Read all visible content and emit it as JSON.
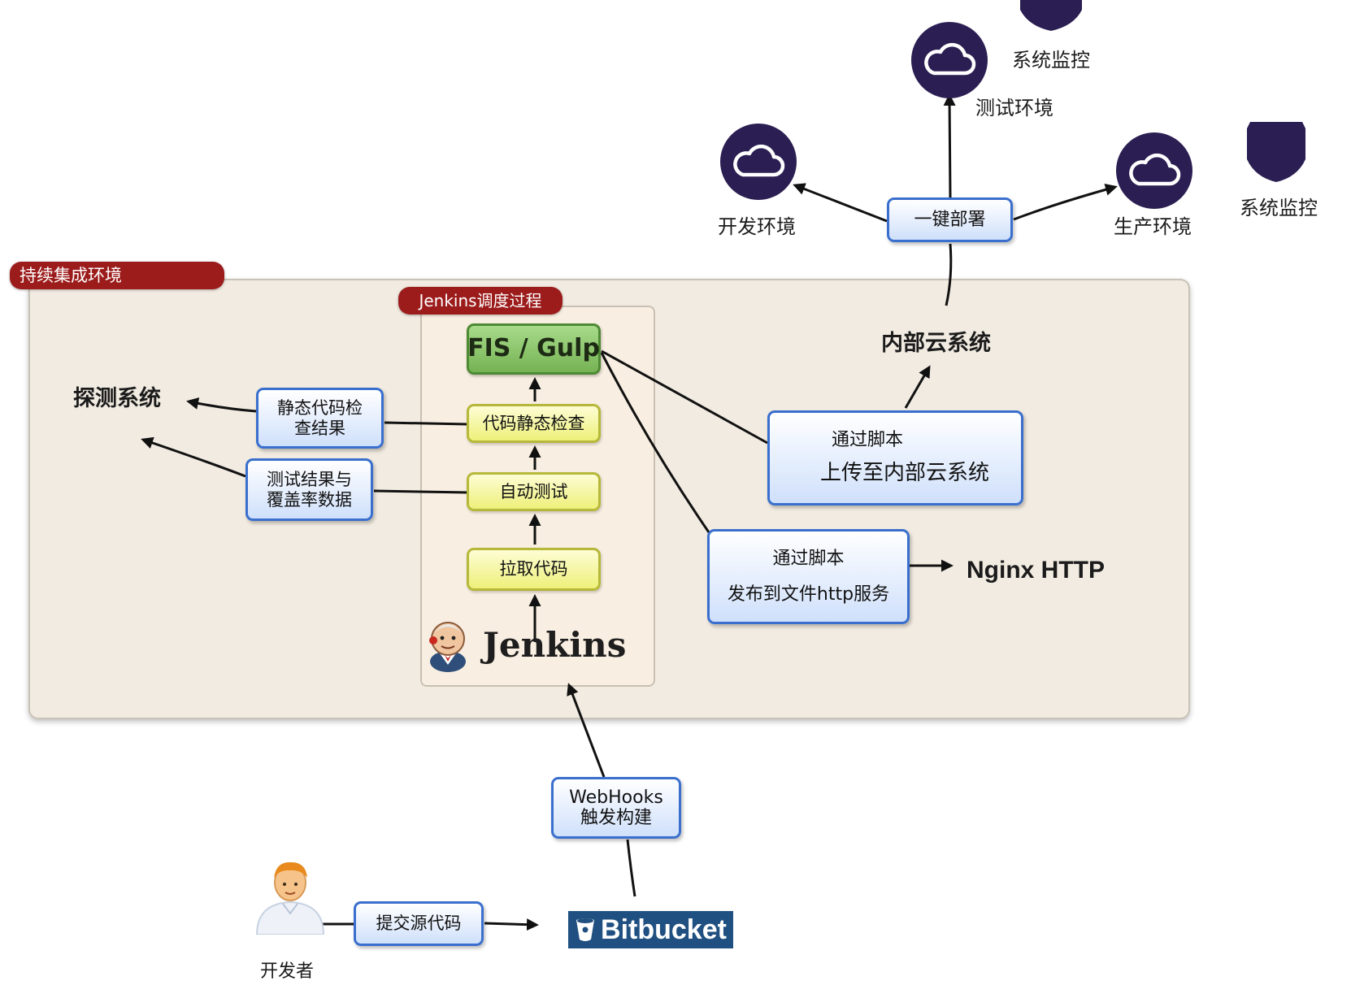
{
  "diagram": {
    "ci_environment_label": "持续集成环境",
    "jenkins_process_label": "Jenkins调度过程",
    "pipeline": {
      "fis_gulp": "FIS / Gulp",
      "static_check": "代码静态检查",
      "auto_test": "自动测试",
      "pull_code": "拉取代码"
    },
    "jenkins_logo_text": "Jenkins",
    "detect_system": "探测系统",
    "static_check_result": [
      "静态代码检",
      "查结果"
    ],
    "test_result_coverage": [
      "测试结果与",
      "覆盖率数据"
    ],
    "upload_script": {
      "line1": "通过脚本",
      "line2": "上传至内部云系统"
    },
    "publish_script": {
      "line1": "通过脚本",
      "line2": "发布到文件http服务"
    },
    "nginx": "Nginx HTTP",
    "internal_cloud": "内部云系统",
    "one_click_deploy": "一键部署",
    "environments": {
      "dev": "开发环境",
      "test": "测试环境",
      "prod": "生产环境"
    },
    "monitoring": {
      "top": "系统监控",
      "right": "系统监控"
    },
    "webhooks": [
      "WebHooks",
      "触发构建"
    ],
    "commit_code": "提交源代码",
    "developer": "开发者",
    "bitbucket": "Bitbucket",
    "colors": {
      "cloud_icon": "#2b1e52",
      "red_tag": "#9c1c1c",
      "blue_border": "#3a6fcd",
      "yellow_fill": "#eef07a",
      "green_fill": "#76b354",
      "bitbucket": "#205081"
    }
  }
}
